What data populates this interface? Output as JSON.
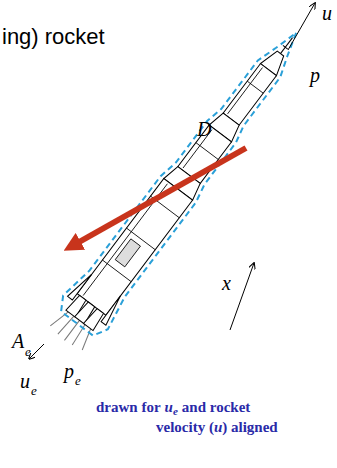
{
  "diagram": {
    "labels": [
      "ing) rocket",
      "u",
      "p",
      "D",
      "x",
      "A",
      "e",
      "u",
      "e",
      "p",
      "e",
      "drawn for",
      "u",
      "e",
      "and rocket",
      "velocity (",
      "u",
      ") aligned"
    ]
  }
}
